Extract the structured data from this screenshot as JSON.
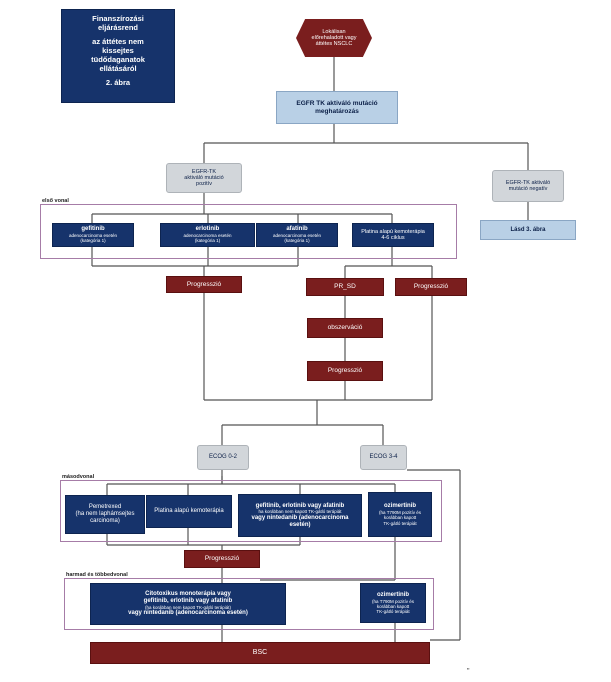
{
  "title": {
    "line1": "Finanszírozási\neljárásrend",
    "line2": "az áttétes nem\nkissejtes\ntüdődaganatok\nellátásáról",
    "line3": "2. ábra"
  },
  "nodes": {
    "start": "Lokálisan\nelőrehaladott vagy\náttétes NSCLC",
    "egfr_determination": "EGFR TK aktiváló mutáció\nmeghatározás",
    "egfr_positive": "EGFR-TK\naktiváló mutáció\npozitív",
    "egfr_negative": "EGFR-TK aktiváló\nmutáció negatív",
    "see_fig3": "Lásd 3. ábra",
    "gefitinib": {
      "main": "gefitinib",
      "sub": "adenocarcinoma esetén\n(kategória 1)"
    },
    "erlotinib": {
      "main": "erlotinib",
      "sub": "adenocarcinoma esetén\n(kategória 1)"
    },
    "afatinib": {
      "main": "afatinib",
      "sub": "adenocarcinoma esetén\n(kategória 1)"
    },
    "platinum_first": "Platina alapú kemoterápia\n4-6 ciklus",
    "progression_1": "Progresszió",
    "pr_sd": "PR_SD",
    "progression_2": "Progresszió",
    "observation": "obszerváció",
    "progression_3": "Progresszió",
    "ecog_02": "ECOG 0-2",
    "ecog_34": "ECOG 3-4",
    "pemetrexed": "Pemetrexed\n(ha nem laphámsejtes\ncarcinoma)",
    "platinum_second": "Platina alapú kemoterápia",
    "tki_second": {
      "main": "gefitinib, erlotinib vagy afatinib",
      "sub": "ha korábban nem kapott TK-gátló terápiát",
      "tail": "vagy nintedanib (adenocarcinoma\nesetén)"
    },
    "osimertinib_2": {
      "main": "ozimertinib",
      "sub": "(ha T790M pozitív és\nkorábban kapott\nTK-gátló terápiát"
    },
    "progression_4": "Progresszió",
    "cytotoxic": {
      "main": "Citotoxikus monoterápia vagy\ngefitinib, erlotinib vagy afatinib",
      "sub": "(ha korábban nem kapott TK-gátló terápiát)",
      "tail": "vagy nintedanib (adenocarcinoma esetén)"
    },
    "osimertinib_3": {
      "main": "ozimertinib",
      "sub": "(ha T790M pozitív és\nkorábban kapott\nTK-gátló terápiát"
    },
    "bsc": "BSC"
  },
  "sections": {
    "first_line": "első vonal",
    "second_line": "másodvonal",
    "third_line": "harmad és többedvonal"
  },
  "corner_mark": "\""
}
